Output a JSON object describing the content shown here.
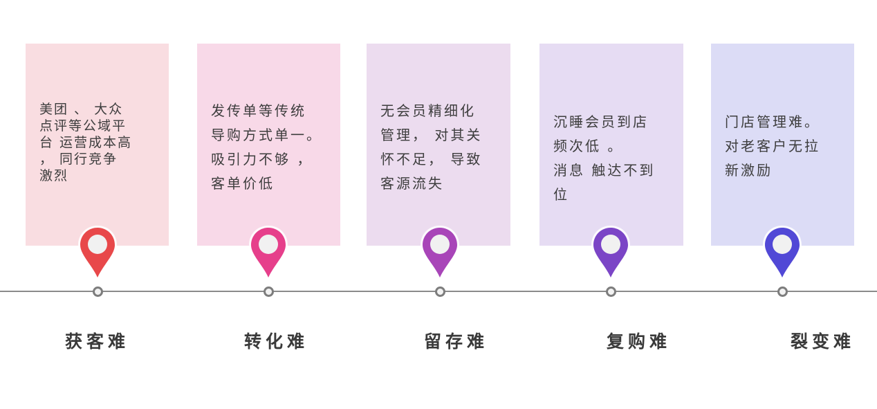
{
  "stages": [
    {
      "title": "获客难",
      "description": "美团 、 大众\n点评等公域平\n台 运营成本高\n， 同行竞争\n激烈",
      "card_color": "#f9dde1",
      "pin_color": "#e8484a"
    },
    {
      "title": "转化难",
      "description": "发传单等传统\n导购方式单一。\n吸引力不够 ，\n客单价低",
      "card_color": "#f8d9e8",
      "pin_color": "#e63f8b"
    },
    {
      "title": "留存难",
      "description": "无会员精细化\n管理，  对其关\n怀不足，  导致\n客源流失",
      "card_color": "#ecdcef",
      "pin_color": "#a845b8"
    },
    {
      "title": "复购难",
      "description": "沉睡会员到店\n频次低 。\n消息 触达不到\n位",
      "card_color": "#e6dcf3",
      "pin_color": "#7b45c6"
    },
    {
      "title": "裂变难",
      "description": "门店管理难。\n对老客户无拉\n新激励",
      "card_color": "#dcdcf6",
      "pin_color": "#5148d6"
    }
  ],
  "timeline": {
    "line_color": "#8a8a8a",
    "node_color": "#7d7d7d"
  }
}
